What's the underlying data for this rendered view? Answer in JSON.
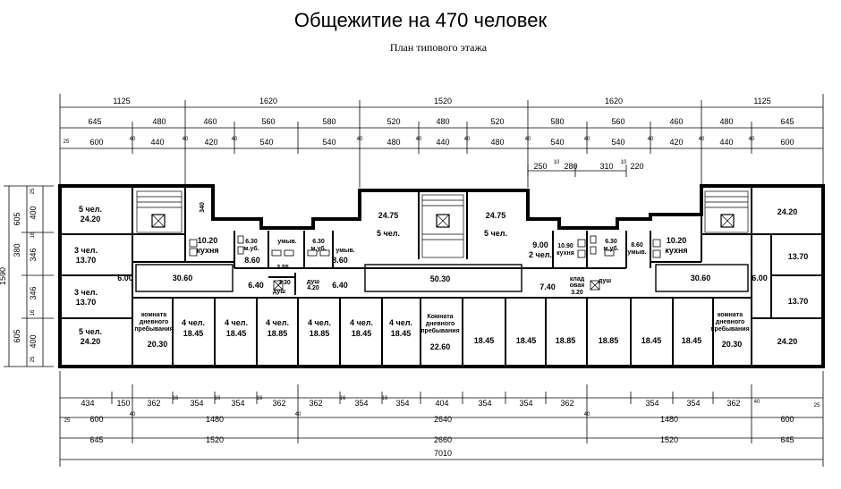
{
  "title": "Общежитие на 470 человек",
  "subtitle": "План типового этажа",
  "dimensions": {
    "top_row1": [
      "1125",
      "1620",
      "1520",
      "1620",
      "1125"
    ],
    "top_row2": [
      "645",
      "480",
      "460",
      "560",
      "580",
      "520",
      "480",
      "520",
      "580",
      "560",
      "460",
      "480",
      "645"
    ],
    "top_row3": [
      "25",
      "600",
      "40",
      "440",
      "40",
      "420",
      "40",
      "540",
      "540",
      "40",
      "480",
      "40",
      "440",
      "40",
      "480",
      "40",
      "540",
      "40",
      "540",
      "40",
      "420",
      "40",
      "440",
      "40",
      "600"
    ],
    "top_row4": [
      "250",
      "10",
      "280",
      "310",
      "10",
      "220"
    ],
    "bottom_row1": [
      "434",
      "150",
      "362",
      "16",
      "354",
      "16",
      "354",
      "16",
      "362",
      "362",
      "16",
      "354",
      "16",
      "354",
      "404",
      "354",
      "354",
      "362",
      "354",
      "354",
      "362",
      "40"
    ],
    "bottom_row2": [
      "25",
      "600",
      "40",
      "1480",
      "40",
      "2640",
      "40",
      "1480",
      "600",
      "25"
    ],
    "bottom_row3": [
      "645",
      "1520",
      "2660",
      "1520",
      "645"
    ],
    "bottom_total": "7010",
    "left": [
      "25",
      "400",
      "605",
      "16",
      "380",
      "346",
      "1590",
      "16",
      "346",
      "605",
      "400",
      "25"
    ],
    "stair_340": "340"
  },
  "rooms": {
    "r_nw": "5 чел.",
    "a_nw": "24.20",
    "r_w1": "3 чел.",
    "a_w1": "13.70",
    "r_w2": "3 чел.",
    "a_w2": "13.70",
    "r_sw": "5 чел.",
    "a_sw": "24.20",
    "corr_w": "6.00",
    "hall_w": "30.60",
    "kitchen_w_a": "10.20",
    "kitchen_w_l": "кухня",
    "wash1_a": "6.30",
    "wash1_l": "м.уб.",
    "wash2_a": "6.30",
    "wash2_l": "м.уб.",
    "umyv1": "умыв.",
    "umyv2": "умыв.",
    "a_860a": "8.60",
    "a_355": "3.55",
    "a_860b": "8.60",
    "a_640a": "6.40",
    "a_640b": "6.40",
    "dush1_l": "душ",
    "dush1_a": "3.30",
    "dush2_l": "душ",
    "dush2_a": "4.20",
    "day_w_1": "комната",
    "day_w_2": "дневного",
    "day_w_3": "пребывания",
    "day_w_a": "20.30",
    "s1_l": "4 чел.",
    "s1_a": "18.45",
    "s2_l": "4 чел.",
    "s2_a": "18.45",
    "s3_l": "4 чел.",
    "s3_a": "18.85",
    "s4_l": "4 чел.",
    "s4_a": "18.85",
    "s5_l": "4 чел.",
    "s5_a": "18.45",
    "s6_l": "4 чел.",
    "s6_a": "18.45",
    "c_n1_a": "24.75",
    "c_n1_l": "5 чел.",
    "c_n2_a": "24.75",
    "c_n2_l": "5 чел.",
    "hall_c": "50.30",
    "day_c_1": "Комната",
    "day_c_2": "дневного",
    "day_c_3": "пребывания",
    "day_c_a": "22.60",
    "r_900_a": "9.00",
    "r_900_l": "2 чел.",
    "kitchen_c_a": "10.90",
    "kitchen_c_l": "кухня",
    "wash3_a": "6.30",
    "wash3_l": "м.уб.",
    "umyv3_a": "8.60",
    "umyv3_l": "умыв.",
    "a_740": "7.40",
    "klad_1": "клад",
    "klad_2": "овая",
    "klad_a": "3.20",
    "dush3_l": "душ",
    "e1": "18.45",
    "e2": "18.45",
    "e3": "18.85",
    "e4": "18.85",
    "e5": "18.45",
    "e6": "18.45",
    "kitchen_e_a": "10.20",
    "kitchen_e_l": "кухня",
    "hall_e": "30.60",
    "corr_e": "6.00",
    "r_ne": "24.20",
    "r_e1": "13.70",
    "r_e2": "13.70",
    "r_se": "24.20",
    "day_e_1": "комната",
    "day_e_2": "дневного",
    "day_e_3": "пребывания",
    "day_e_a": "20.30"
  }
}
